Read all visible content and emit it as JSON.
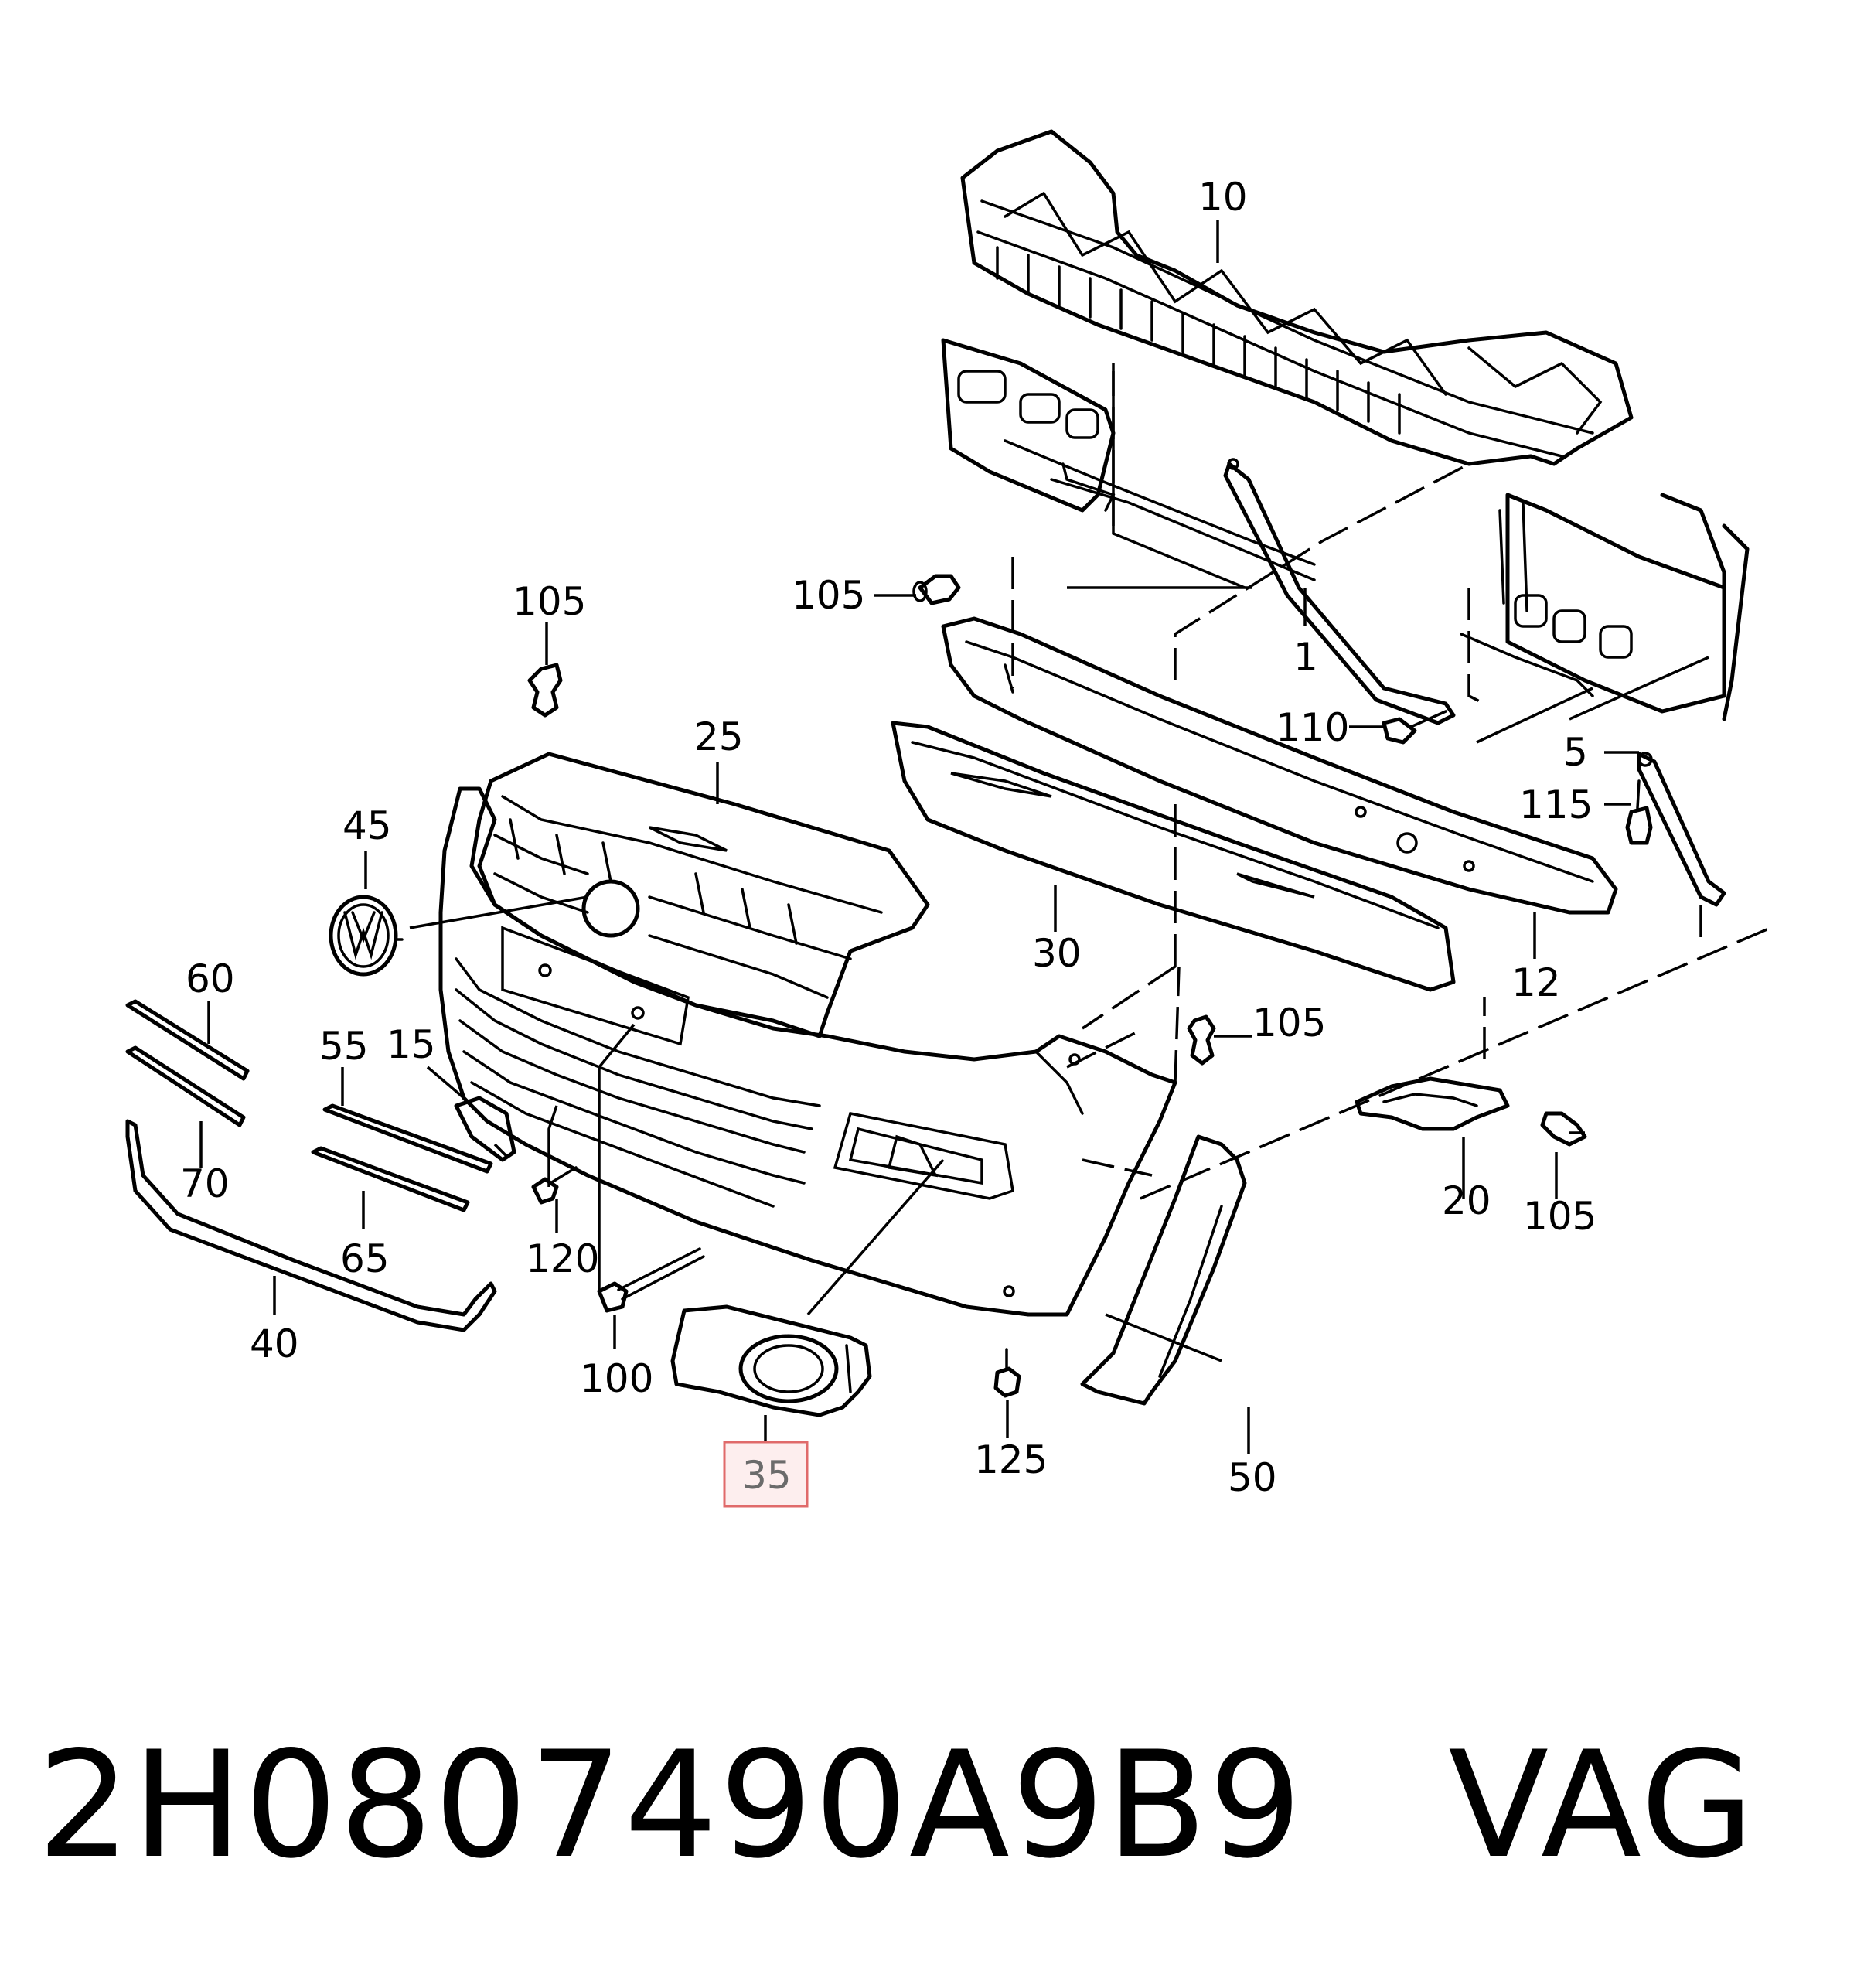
{
  "diagram": {
    "callouts": {
      "p10": "10",
      "p1": "1",
      "p105_top": "105",
      "p105_left": "105",
      "p105_mid": "105",
      "p105_right": "105",
      "p110": "110",
      "p5": "5",
      "p115": "115",
      "p25": "25",
      "p45": "45",
      "p30": "30",
      "p12": "12",
      "p60": "60",
      "p55": "55",
      "p15": "15",
      "p70": "70",
      "p65": "65",
      "p120": "120",
      "p40": "40",
      "p100": "100",
      "p35": "35",
      "p125": "125",
      "p50": "50",
      "p20": "20"
    },
    "highlighted_callout": "35",
    "highlight_color": "#e06a6a"
  },
  "footer": {
    "part_number": "2H0807490A9B9",
    "brand": "VAG"
  }
}
